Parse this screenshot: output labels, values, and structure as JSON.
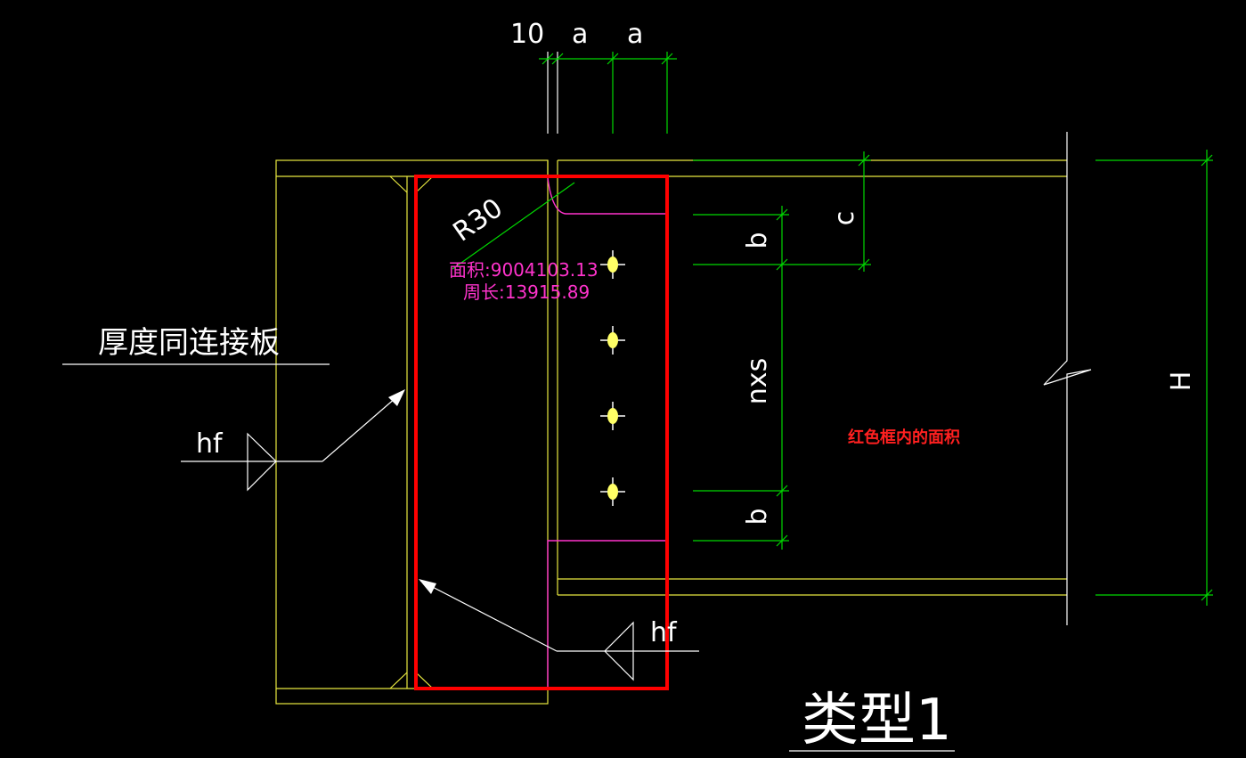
{
  "dimensions": {
    "top_10": "10",
    "top_a1": "a",
    "top_a2": "a",
    "c": "c",
    "b_top": "b",
    "nxs": "nxs",
    "b_bottom": "b",
    "H": "H",
    "radius": "R30"
  },
  "measurement": {
    "area": "面积:9004103.13",
    "perimeter": "周长:13915.89"
  },
  "labels": {
    "thickness_note": "厚度同连接板",
    "weld_left": "hf",
    "weld_right": "hf",
    "red_box_note": "红色框内的面积",
    "type_title": "类型1"
  },
  "colors": {
    "background": "#000000",
    "dimension_lines": "#00d800",
    "steel_outline": "#e8e840",
    "annotation": "#ffffff",
    "measure_text": "#ff33cc",
    "highlight_box": "#ff0000"
  }
}
